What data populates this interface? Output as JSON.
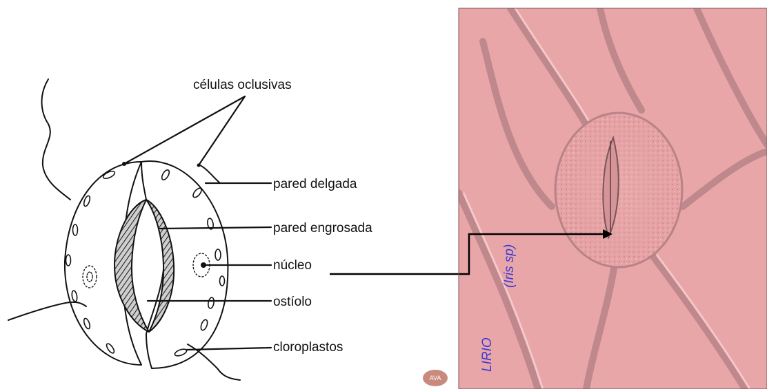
{
  "diagram": {
    "labels": {
      "guard_cells": "células oclusivas",
      "thin_wall": "pared delgada",
      "thick_wall": "pared engrosada",
      "nucleus": "núcleo",
      "ostiole": "ostíolo",
      "chloroplasts": "cloroplastos"
    }
  },
  "photo": {
    "species": "(Iris sp)",
    "common_name": "LIRIO",
    "label_color": "#3a3ad8",
    "background_color": "#e9a6a8"
  },
  "logo": {
    "text": "AVA"
  }
}
